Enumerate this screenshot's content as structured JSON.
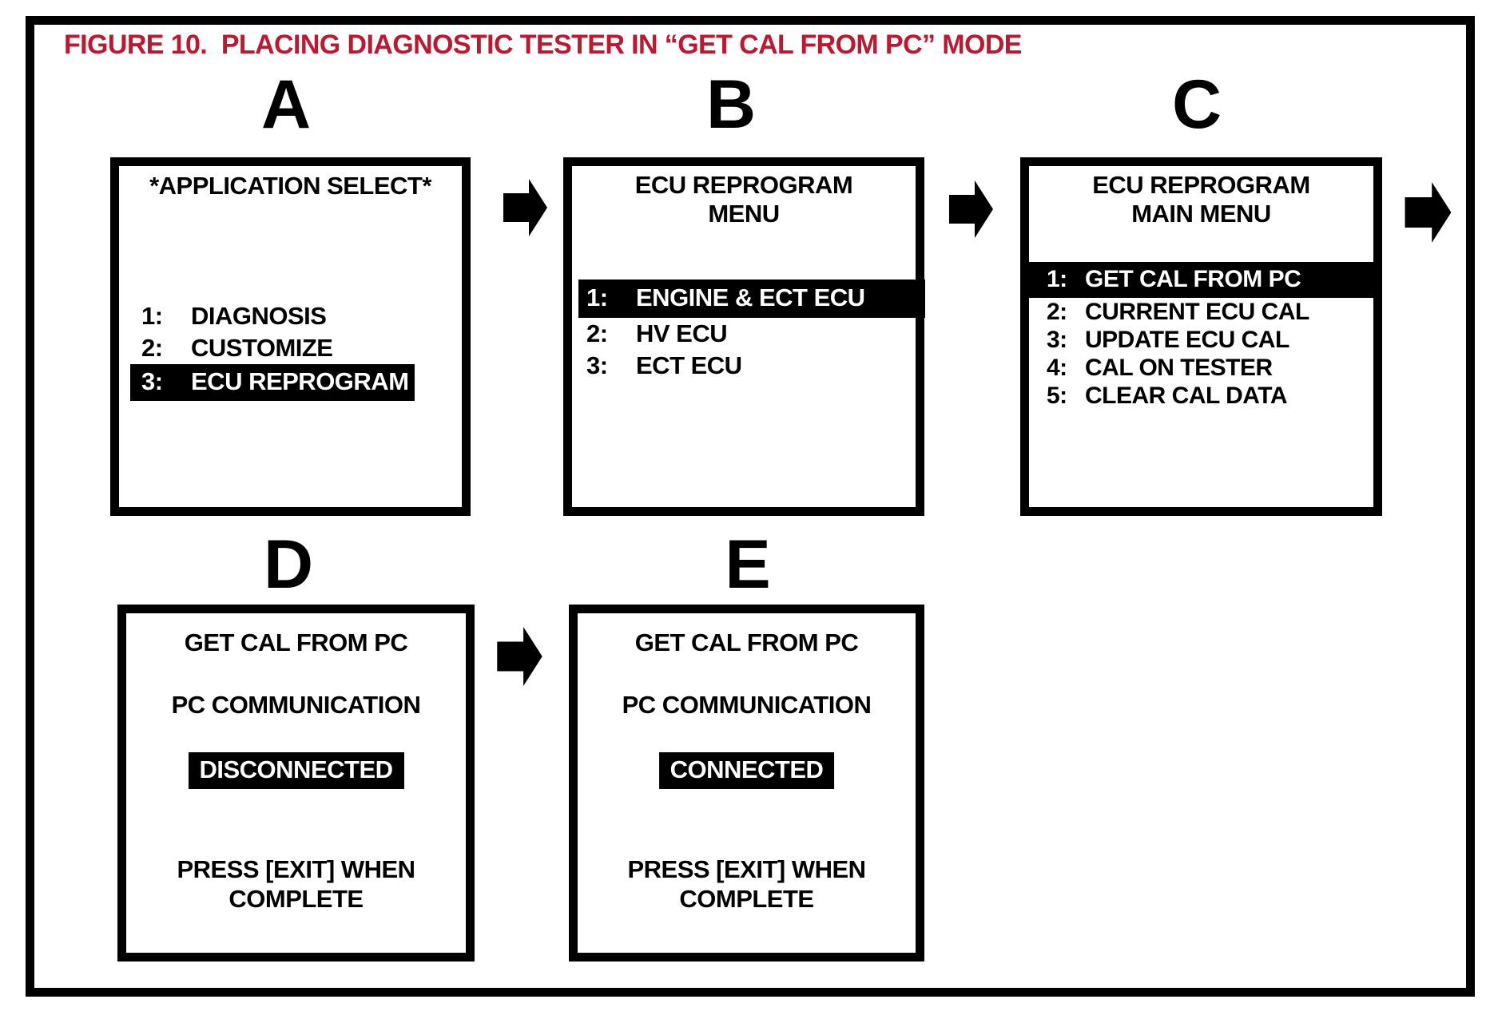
{
  "title": {
    "text": "FIGURE 10.  PLACING DIAGNOSTIC TESTER IN “GET CAL FROM PC” MODE",
    "color": "#c01730"
  },
  "panels": {
    "a": {
      "letter": "A",
      "header": "*APPLICATION SELECT*",
      "items": [
        {
          "num": "1:",
          "label": "DIAGNOSIS",
          "highlighted": false
        },
        {
          "num": "2:",
          "label": "CUSTOMIZE",
          "highlighted": false
        },
        {
          "num": "3:",
          "label": "ECU REPROGRAM",
          "highlighted": true
        }
      ]
    },
    "b": {
      "letter": "B",
      "header_line1": "ECU REPROGRAM",
      "header_line2": "MENU",
      "items": [
        {
          "num": "1:",
          "label": "ENGINE & ECT ECU",
          "highlighted": true
        },
        {
          "num": "2:",
          "label": "HV ECU",
          "highlighted": false
        },
        {
          "num": "3:",
          "label": "ECT ECU",
          "highlighted": false
        }
      ]
    },
    "c": {
      "letter": "C",
      "header_line1": "ECU REPROGRAM",
      "header_line2": "MAIN MENU",
      "items": [
        {
          "num": "1:",
          "label": "GET CAL FROM PC",
          "highlighted": true
        },
        {
          "num": "2:",
          "label": "CURRENT ECU CAL",
          "highlighted": false
        },
        {
          "num": "3:",
          "label": "UPDATE ECU CAL",
          "highlighted": false
        },
        {
          "num": "4:",
          "label": "CAL ON TESTER",
          "highlighted": false
        },
        {
          "num": "5:",
          "label": "CLEAR CAL DATA",
          "highlighted": false
        }
      ]
    },
    "d": {
      "letter": "D",
      "line1": "GET CAL FROM PC",
      "line2": "PC COMMUNICATION",
      "status": "DISCONNECTED",
      "footer_line1": "PRESS [EXIT] WHEN",
      "footer_line2": "COMPLETE"
    },
    "e": {
      "letter": "E",
      "line1": "GET CAL FROM PC",
      "line2": "PC COMMUNICATION",
      "status": "CONNECTED",
      "footer_line1": "PRESS [EXIT] WHEN",
      "footer_line2": "COMPLETE"
    }
  },
  "icons": {
    "flow_arrow": "right-block-arrow",
    "flow_arrow_color": "#000000"
  }
}
